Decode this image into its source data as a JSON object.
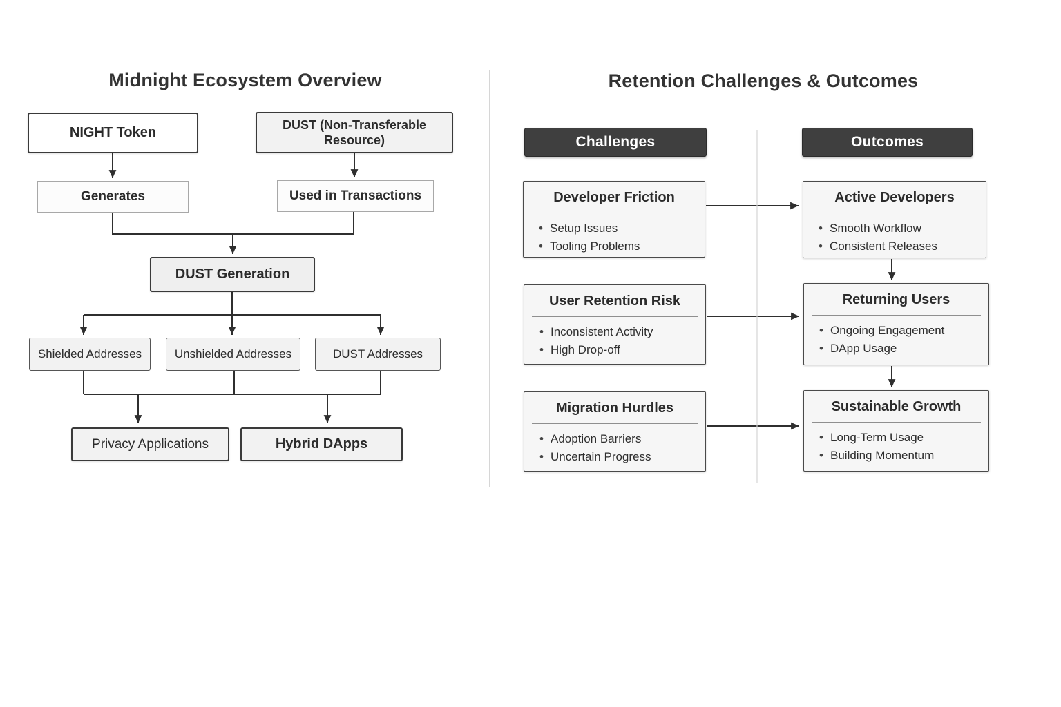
{
  "left_panel": {
    "title": "Midnight Ecosystem Overview",
    "nodes": {
      "night_token": "NIGHT Token",
      "dust_resource": "DUST (Non-Transferable Resource)",
      "generates": "Generates",
      "used_in_transactions": "Used in Transactions",
      "dust_generation": "DUST Generation",
      "shielded_addresses": "Shielded Addresses",
      "unshielded_addresses": "Unshielded Addresses",
      "dust_addresses": "DUST Addresses",
      "privacy_applications": "Privacy Applications",
      "hybrid_dapps": "Hybrid DApps"
    }
  },
  "right_panel": {
    "title": "Retention Challenges & Outcomes",
    "challenges_header": "Challenges",
    "outcomes_header": "Outcomes",
    "challenges": [
      {
        "title": "Developer Friction",
        "bullets": [
          "Setup Issues",
          "Tooling Problems"
        ]
      },
      {
        "title": "User Retention Risk",
        "bullets": [
          "Inconsistent Activity",
          "High Drop-off"
        ]
      },
      {
        "title": "Migration Hurdles",
        "bullets": [
          "Adoption Barriers",
          "Uncertain Progress"
        ]
      }
    ],
    "outcomes": [
      {
        "title": "Active Developers",
        "bullets": [
          "Smooth Workflow",
          "Consistent Releases"
        ]
      },
      {
        "title": "Returning Users",
        "bullets": [
          "Ongoing Engagement",
          "DApp Usage"
        ]
      },
      {
        "title": "Sustainable Growth",
        "bullets": [
          "Long-Term Usage",
          "Building Momentum"
        ]
      }
    ]
  },
  "colors": {
    "header_bg": "#3f3f3f",
    "header_text": "#ffffff",
    "box_fill": "#f6f6f6",
    "box_border": "#4a4a4a",
    "connector": "#2f2f2f",
    "divider": "#c9c9c9",
    "text": "#2b2b2b"
  }
}
